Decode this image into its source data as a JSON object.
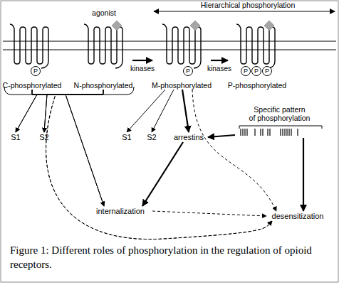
{
  "diagram": {
    "caption": "Figure 1: Different roles of phosphorylation in the regulation of opioid receptors.",
    "nodes": [
      {
        "text": [
          "C-phosphorylated"
        ]
      },
      {
        "text": [
          "P"
        ],
        "in": 0
      },
      {
        "text": [
          "N-phosphorylated"
        ]
      },
      {
        "text": [
          "M-phosphorylated"
        ]
      },
      {
        "text": [
          "P"
        ],
        "in": 3
      },
      {
        "text": [
          "P-phosphorylated"
        ]
      },
      {
        "text": [
          "P"
        ],
        "in": 5
      },
      {
        "text": [
          "P"
        ],
        "in": 5
      },
      {
        "text": [
          "P"
        ],
        "in": 5
      },
      {
        "text": [
          "Specific pattern of phosphorylation"
        ]
      },
      {
        "text": [
          "S1"
        ]
      },
      {
        "text": [
          "S2"
        ]
      },
      {
        "text": [
          "S1"
        ]
      },
      {
        "text": [
          "S2"
        ]
      },
      {
        "text": [
          "arrestins"
        ]
      },
      {
        "text": [
          "internalization"
        ]
      },
      {
        "text": [
          "desensitization"
        ]
      }
    ],
    "edges": [
      {
        "from": 2,
        "to": 3,
        "label": "kinases",
        "arrow": "to"
      },
      {
        "from": 3,
        "to": 5,
        "label": "kinases",
        "arrow": "to"
      },
      {
        "from": 0,
        "to": 10,
        "arrow": "to"
      },
      {
        "from": 2,
        "to": 10,
        "arrow": "to"
      },
      {
        "from": 0,
        "to": 11,
        "arrow": "to"
      },
      {
        "from": 2,
        "to": 11,
        "arrow": "to"
      },
      {
        "from": 0,
        "to": 15,
        "arrow": "to"
      },
      {
        "from": 2,
        "to": 15,
        "arrow": "to"
      },
      {
        "from": 0,
        "to": 16,
        "arrow": "to"
      },
      {
        "from": 2,
        "to": 16,
        "arrow": "to"
      },
      {
        "from": 3,
        "to": 12,
        "arrow": "to"
      },
      {
        "from": 3,
        "to": 13,
        "arrow": "to"
      },
      {
        "from": 3,
        "to": 14,
        "arrow": "to"
      },
      {
        "from": 3,
        "to": 16,
        "arrow": "to"
      },
      {
        "from": 9,
        "to": 14,
        "arrow": "to"
      },
      {
        "from": 9,
        "to": 16,
        "arrow": "to"
      },
      {
        "from": 14,
        "to": 15,
        "arrow": "to"
      },
      {
        "from": 15,
        "to": 16,
        "arrow": "to"
      }
    ],
    "labels": [
      "agonist",
      "Hierarchical phosphorylation"
    ]
  }
}
